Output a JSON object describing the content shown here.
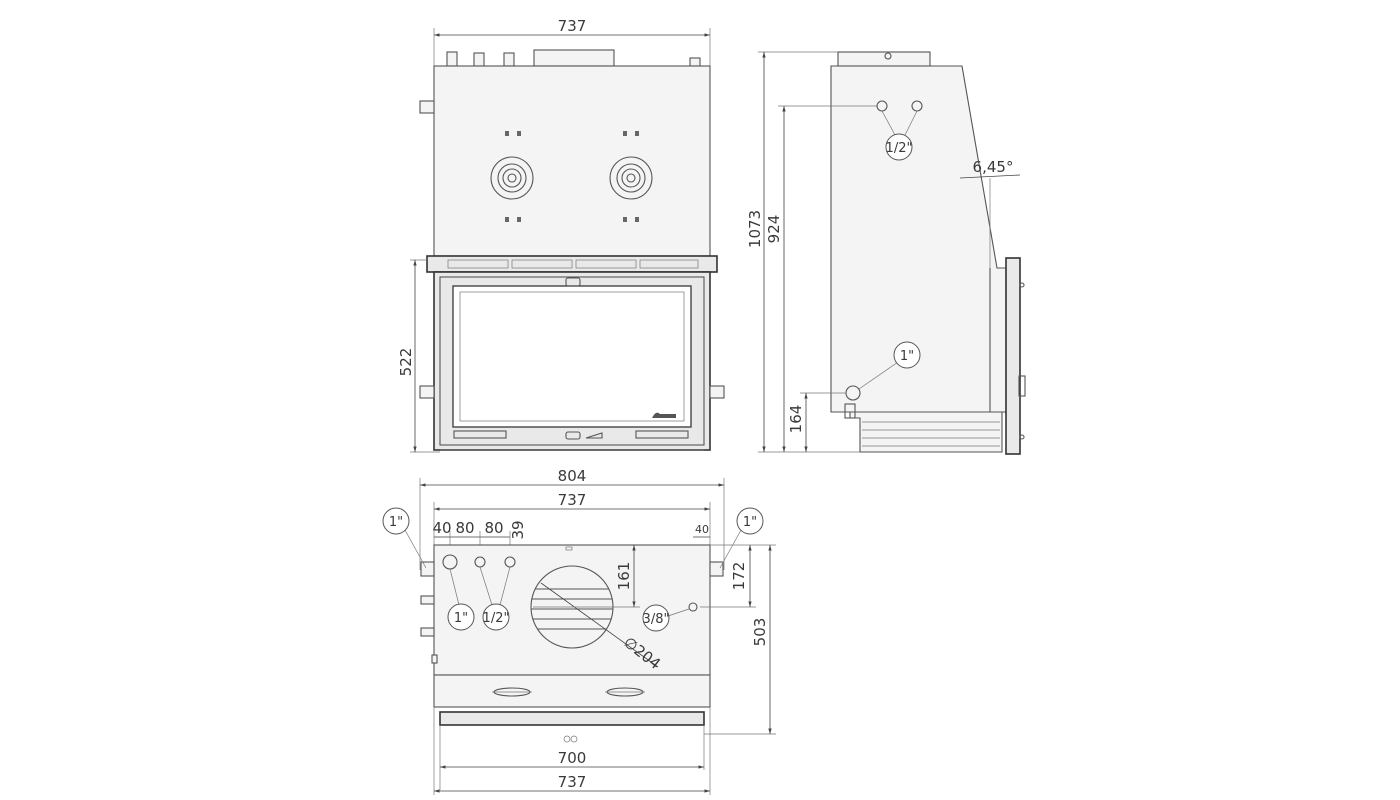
{
  "front_view": {
    "dim_width": "737",
    "dim_door_height": "522"
  },
  "side_view": {
    "dim_total_height": "1073",
    "dim_outlet_height": "924",
    "dim_bottom": "164",
    "angle_label": "6,45°",
    "balloon_top": "1/2\"",
    "balloon_bottom": "1\""
  },
  "top_view": {
    "dim_overall_width": "804",
    "dim_body_width": "737",
    "dim_offset_1": "40",
    "dim_offset_2": "80",
    "dim_offset_3": "80",
    "dim_offset_depth": "39",
    "dim_right_offset": "40",
    "dim_flue_depth": "161",
    "dim_side_depth": "172",
    "dim_total_depth": "503",
    "dim_flue_diameter": "∅204",
    "dim_door_width": "700",
    "dim_bottom_width": "737",
    "balloon_left_top": "1\"",
    "balloon_right_top": "1\"",
    "balloon_left_bottom": "1\"",
    "balloon_middle": "1/2\"",
    "balloon_right": "3/8\""
  }
}
